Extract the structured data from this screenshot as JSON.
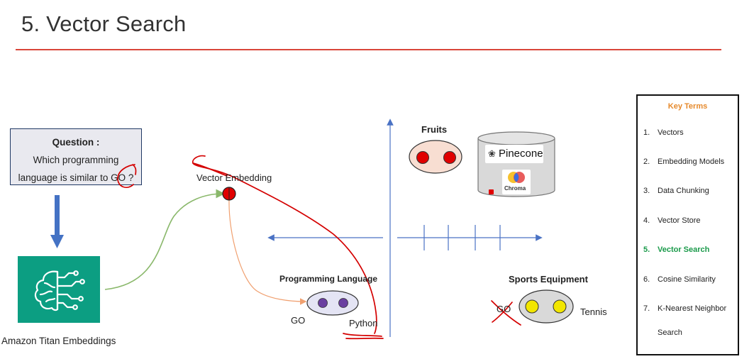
{
  "slide": {
    "title": "5. Vector Search"
  },
  "question": {
    "heading": "Question :",
    "line1": "Which programming",
    "line2": "language is similar to GO ?"
  },
  "titan": {
    "caption": "Amazon Titan  Embeddings"
  },
  "embedding": {
    "label": "Vector Embedding"
  },
  "clusters": {
    "fruits": "Fruits",
    "programming": "Programming Language",
    "programming_items": [
      "GO",
      "Python"
    ],
    "sports": "Sports Equipment",
    "sports_items": [
      "GO",
      "Tennis"
    ]
  },
  "vector_store": {
    "pinecone": "Pinecone",
    "chroma": "Chroma"
  },
  "key_terms": {
    "title": "Key Terms",
    "items": [
      {
        "num": "1.",
        "label": "Vectors"
      },
      {
        "num": "2.",
        "label": "Embedding Models"
      },
      {
        "num": "3.",
        "label": "Data Chunking"
      },
      {
        "num": "4.",
        "label": "Vector Store"
      },
      {
        "num": "5.",
        "label": "Vector Search"
      },
      {
        "num": "6.",
        "label": "Cosine Similarity"
      },
      {
        "num": "7.",
        "label": "K-Nearest Neighbor"
      },
      {
        "num": "",
        "label": "Search"
      }
    ],
    "active_index": 4
  },
  "colors": {
    "accent_rule": "#d9453a",
    "axis": "#4a72c4",
    "fruit_dot": "#e00000",
    "prog_dot": "#6a3fa0",
    "sports_dot": "#f2e600",
    "titan_bg": "#0c9e82",
    "annotation_red": "#d40000",
    "active_term": "#1a9a4a",
    "key_title": "#e6892b"
  }
}
